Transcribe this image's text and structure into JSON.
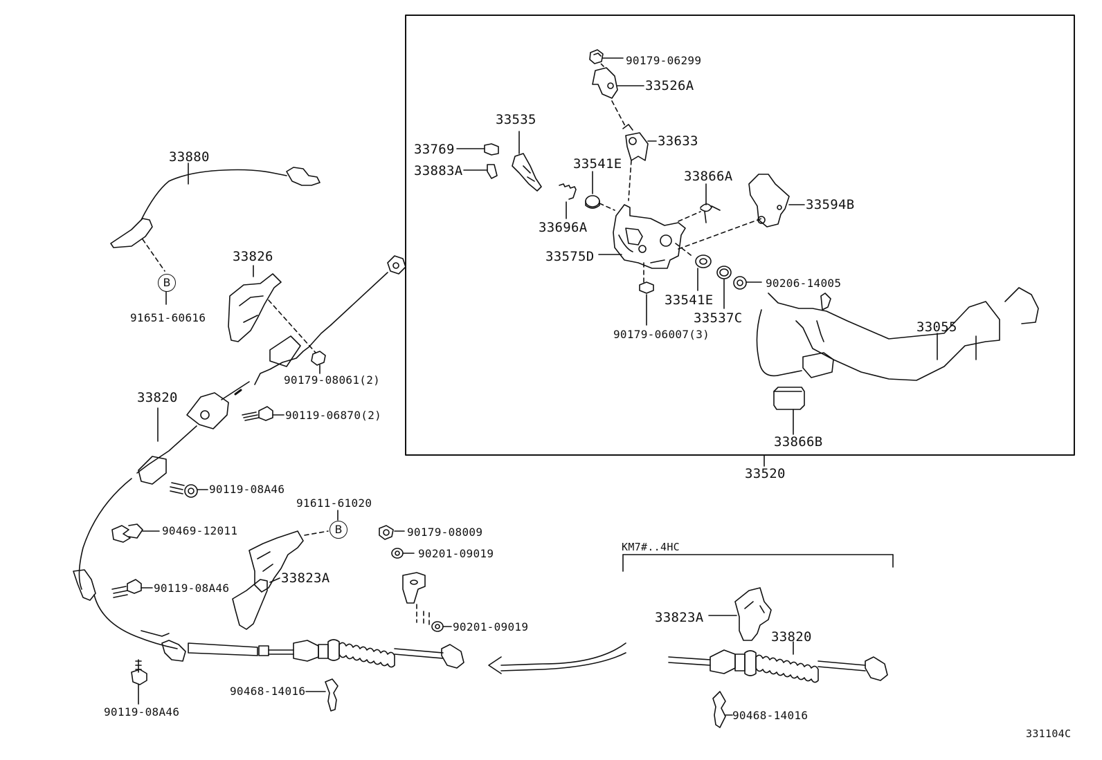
{
  "diagram_code": "331104C",
  "inset": {
    "assembly": "33520",
    "variant_note": "KM7#..4HC"
  },
  "callout_letter": "B",
  "labels": {
    "p90179_06299": "90179-06299",
    "p33526A": "33526A",
    "p33535": "33535",
    "p33633": "33633",
    "p33769": "33769",
    "p33883A": "33883A",
    "p33541E_top": "33541E",
    "p33866A": "33866A",
    "p33594B": "33594B",
    "p33696A": "33696A",
    "p33575D": "33575D",
    "p90206_14005": "90206-14005",
    "p33541E_bot": "33541E",
    "p33537C": "33537C",
    "p90179_06007": "90179-06007(3)",
    "p33055": "33055",
    "p33866B": "33866B",
    "p33880": "33880",
    "p91651_60616": "91651-60616",
    "p33826": "33826",
    "p90179_08061": "90179-08061(2)",
    "p33820_left": "33820",
    "p90119_06870": "90119-06870(2)",
    "p90119_08A46_a": "90119-08A46",
    "p91611_61020": "91611-61020",
    "p90469_12011": "90469-12011",
    "p90179_08009": "90179-08009",
    "p90201_09019_a": "90201-09019",
    "p33823A_left": "33823A",
    "p90119_08A46_b": "90119-08A46",
    "p90201_09019_b": "90201-09019",
    "p90468_14016_left": "90468-14016",
    "p90119_08A46_c": "90119-08A46",
    "p33823A_right": "33823A",
    "p33820_right": "33820",
    "p90468_14016_right": "90468-14016"
  }
}
